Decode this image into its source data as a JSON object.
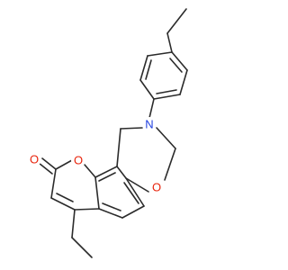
{
  "molecule": {
    "atom_labels": {
      "carbonyl_oxygen": "O",
      "ring_oxygen_lactone": "O",
      "ring_oxygen_oxazine": "O",
      "ring_nitrogen": "N"
    },
    "colors": {
      "bond": "#2b2b2b",
      "oxygen": "#e8230b",
      "nitrogen": "#1f3fe0",
      "background": "#ffffff"
    }
  }
}
